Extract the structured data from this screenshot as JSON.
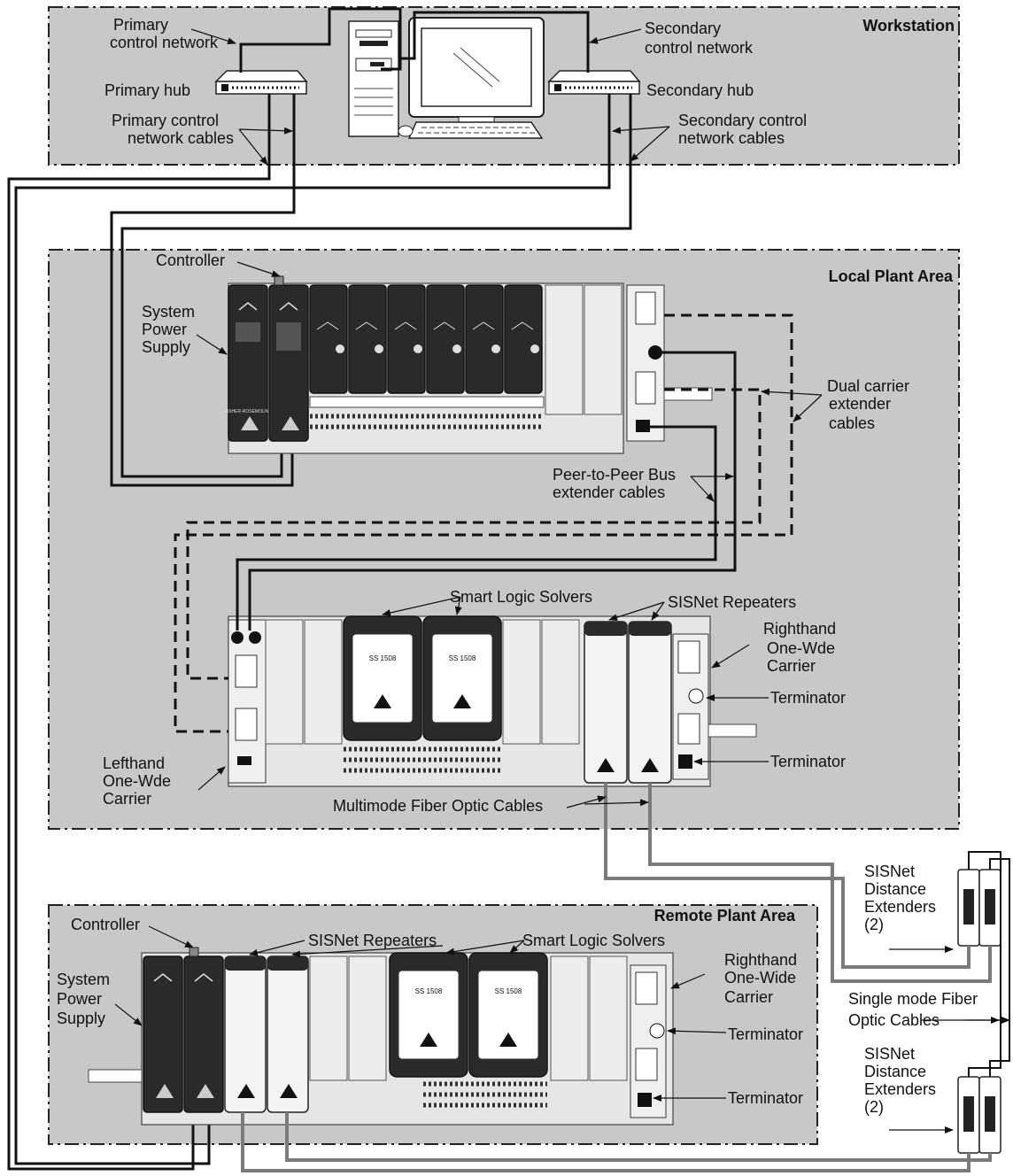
{
  "zones": {
    "workstation": "Workstation",
    "local": "Local Plant Area",
    "remote": "Remote Plant Area"
  },
  "workstation": {
    "primary_network": [
      "Primary",
      "control network"
    ],
    "secondary_network": [
      "Secondary",
      "control network"
    ],
    "primary_hub": "Primary hub",
    "secondary_hub": "Secondary hub",
    "primary_cables": [
      "Primary control",
      "network cables"
    ],
    "secondary_cables": [
      "Secondary control",
      "network cables"
    ]
  },
  "local": {
    "controller": "Controller",
    "power_supply": [
      "System",
      "Power",
      "Supply"
    ],
    "dual_carrier": [
      "Dual carrier",
      "extender",
      "cables"
    ],
    "peer_bus": [
      "Peer-to-Peer Bus",
      "extender cables"
    ],
    "smart_logic": "Smart Logic Solvers",
    "repeaters": "SISNet Repeaters",
    "righthand": [
      "Righthand",
      "One-Wde",
      "Carrier"
    ],
    "terminator1": "Terminator",
    "terminator2": "Terminator",
    "lefthand": [
      "Lefthand",
      "One-Wde",
      "Carrier"
    ],
    "mm_fiber": "Multimode Fiber Optic Cables",
    "sls_model": "SS 1508",
    "brand": "FISHER-ROSEMOUNT"
  },
  "remote": {
    "controller": "Controller",
    "power_supply": [
      "System",
      "Power",
      "Supply"
    ],
    "repeaters": "SISNet Repeaters",
    "smart_logic": "Smart Logic Solvers",
    "righthand": [
      "Righthand",
      "One-Wide",
      "Carrier"
    ],
    "terminator1": "Terminator",
    "terminator2": "Terminator",
    "sls_model": "SS 1508"
  },
  "extenders": {
    "upper": [
      "SISNet",
      "Distance",
      "Extenders",
      "(2)"
    ],
    "lower": [
      "SISNet",
      "Distance",
      "Extenders",
      "(2)"
    ],
    "sm_fiber": [
      "Single mode Fiber",
      "Optic Cables"
    ]
  }
}
